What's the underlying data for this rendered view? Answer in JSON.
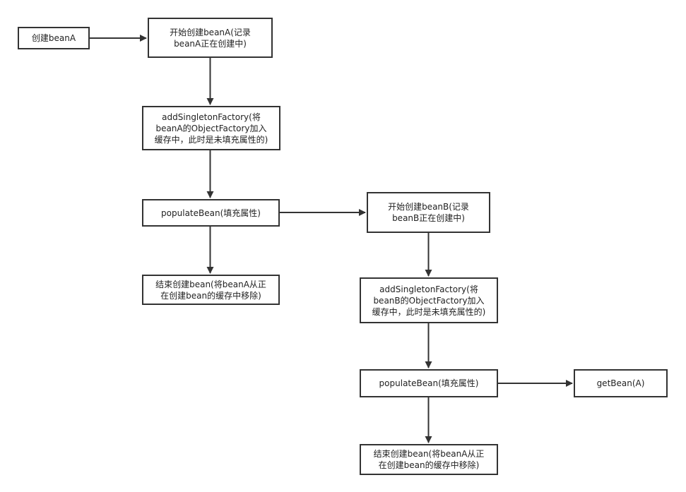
{
  "colors": {
    "stroke": "#333333",
    "text": "#222222",
    "background": "#ffffff"
  },
  "nodes": {
    "create_bean_a": "创建beanA",
    "start_bean_a": "开始创建beanA(记录\nbeanA正在创建中)",
    "add_singleton_factory_a": "addSingletonFactory(将\nbeanA的ObjectFactory加入\n缓存中，此时是未填充属性的)",
    "populate_bean_a": "populateBean(填充属性)",
    "end_bean_a": "结束创建bean(将beanA从正\n在创建bean的缓存中移除)",
    "start_bean_b": "开始创建beanB(记录\nbeanB正在创建中)",
    "add_singleton_factory_b": "addSingletonFactory(将\nbeanB的ObjectFactory加入\n缓存中，此时是未填充属性的)",
    "populate_bean_b": "populateBean(填充属性)",
    "end_bean_b": "结束创建bean(将beanA从正\n在创建bean的缓存中移除)",
    "get_bean_a": "getBean(A)"
  },
  "edges": [
    {
      "from": "create_bean_a",
      "to": "start_bean_a"
    },
    {
      "from": "start_bean_a",
      "to": "add_singleton_factory_a"
    },
    {
      "from": "add_singleton_factory_a",
      "to": "populate_bean_a"
    },
    {
      "from": "populate_bean_a",
      "to": "end_bean_a"
    },
    {
      "from": "populate_bean_a",
      "to": "start_bean_b"
    },
    {
      "from": "start_bean_b",
      "to": "add_singleton_factory_b"
    },
    {
      "from": "add_singleton_factory_b",
      "to": "populate_bean_b"
    },
    {
      "from": "populate_bean_b",
      "to": "end_bean_b"
    },
    {
      "from": "populate_bean_b",
      "to": "get_bean_a"
    }
  ]
}
